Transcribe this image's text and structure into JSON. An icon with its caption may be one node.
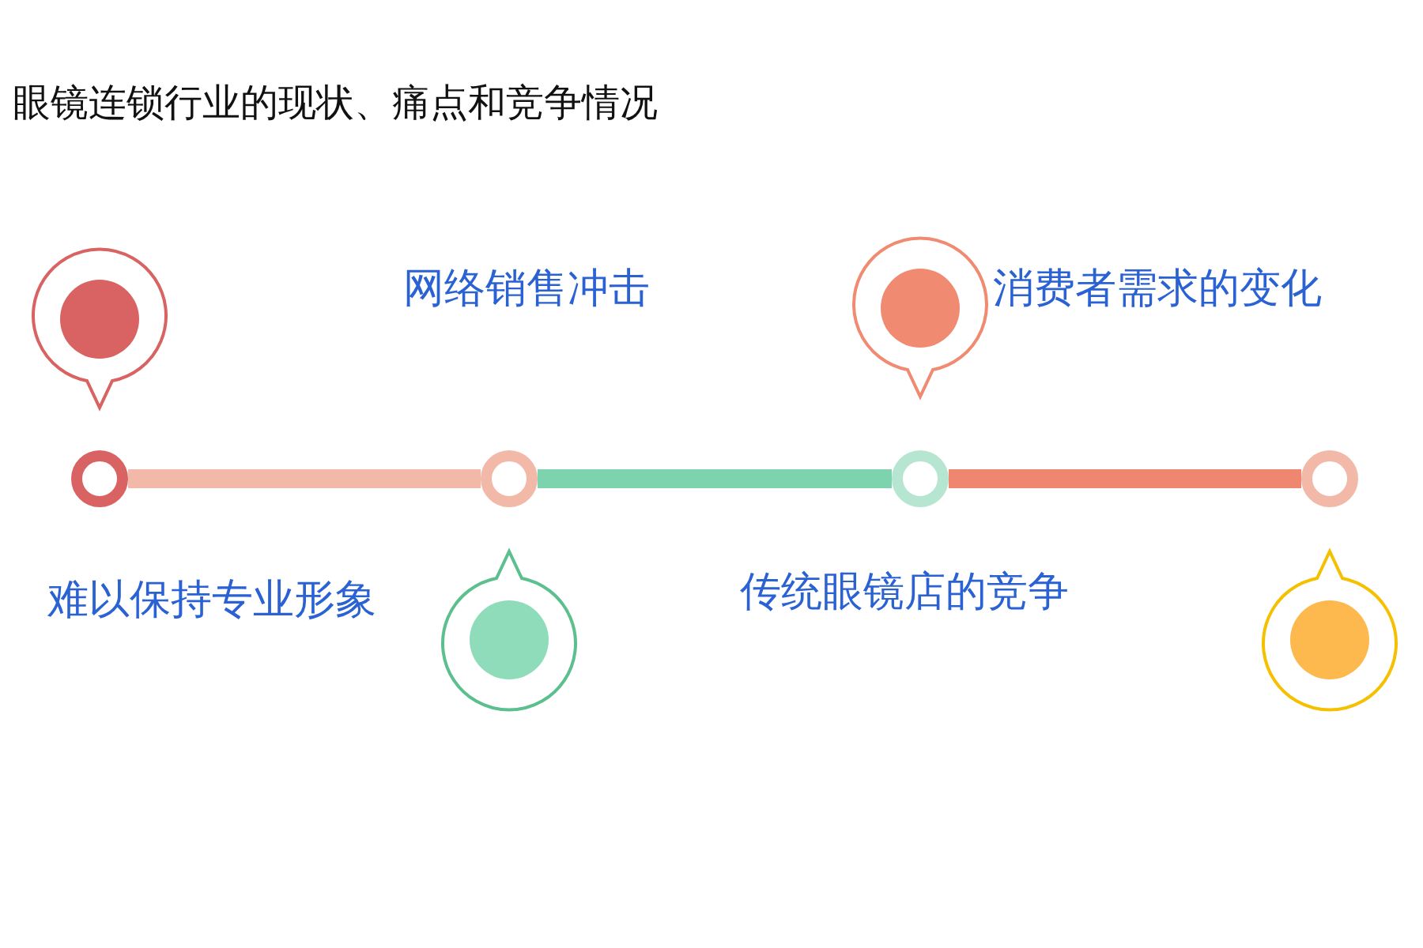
{
  "diagram": {
    "title": "眼镜连锁行业的现状、痛点和竞争情况",
    "nodes": [
      {
        "text": [],
        "shape": "circle"
      },
      {
        "text": [],
        "shape": "circle"
      },
      {
        "text": [],
        "shape": "circle"
      },
      {
        "text": [],
        "shape": "circle"
      }
    ],
    "edges": [
      {
        "from": 0,
        "to": 1,
        "arrow": "none",
        "color": "#f2b8a8"
      },
      {
        "from": 1,
        "to": 2,
        "arrow": "none",
        "color": "#7dd3ae"
      },
      {
        "from": 2,
        "to": 3,
        "arrow": "none",
        "color": "#ee8670"
      }
    ],
    "labels": [
      "网络销售冲击",
      "消费者需求的变化",
      "难以保持专业形象",
      "传统眼镜店的竞争"
    ]
  }
}
